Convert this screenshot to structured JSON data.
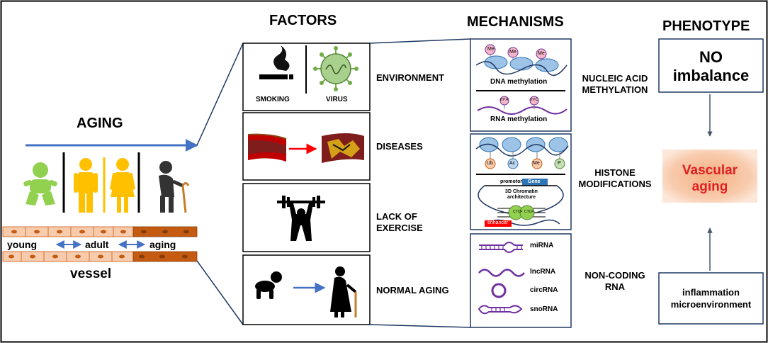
{
  "headers": {
    "factors": "FACTORS",
    "mechanisms": "MECHANISMS",
    "phenotype": "PHENOTYPE"
  },
  "left": {
    "aging_title": "AGING",
    "young": "young",
    "adult": "adult",
    "aging": "aging",
    "vessel": "vessel"
  },
  "factors": {
    "environment": "ENVIRONMENT",
    "smoking": "SMOKING",
    "virus": "VIRUS",
    "diseases": "DISEASES",
    "lack_line1": "LACK OF",
    "lack_line2": "EXERCISE",
    "normal_aging": "NORMAL AGING"
  },
  "mechanisms": {
    "dna_methylation": "DNA methylation",
    "rna_methylation": "RNA methylation",
    "me": "Me",
    "m6a": "m⁶A",
    "m5c": "m⁵C",
    "nucleic_line1": "NUCLEIC ACID",
    "nucleic_line2": "METHYLATION",
    "histone_line1": "HISTONE",
    "histone_line2": "MODIFICATIONS",
    "ub": "Ub",
    "ac": "Ac",
    "p": "P",
    "promotor": "promotor",
    "gene": "Gene",
    "chromatin_line1": "3D Chromatin",
    "chromatin_line2": "architecture",
    "enhancer": "enhancer",
    "ctcf": "CTCF",
    "ncrna_line1": "NON-CODING",
    "ncrna_line2": "RNA",
    "mirna": "miRNA",
    "lncrna": "lncRNA",
    "circrna": "circRNA",
    "snorna": "snoRNA"
  },
  "phenotype": {
    "no_line1": "NO",
    "no_line2": "imbalance",
    "vascular_line1": "Vascular",
    "vascular_line2": "aging",
    "inflammation_line1": "inflammation",
    "inflammation_line2": "microenvironment"
  },
  "colors": {
    "arrow_blue": "#4472c4",
    "baby_green": "#92d050",
    "adult_yellow": "#ffc000",
    "vascular_fill": "#f8cbad",
    "vascular_text": "#e02020",
    "red_arrow": "#ff0000",
    "ncrna_purple": "#7030a0",
    "virus_green": "#70ad47"
  }
}
